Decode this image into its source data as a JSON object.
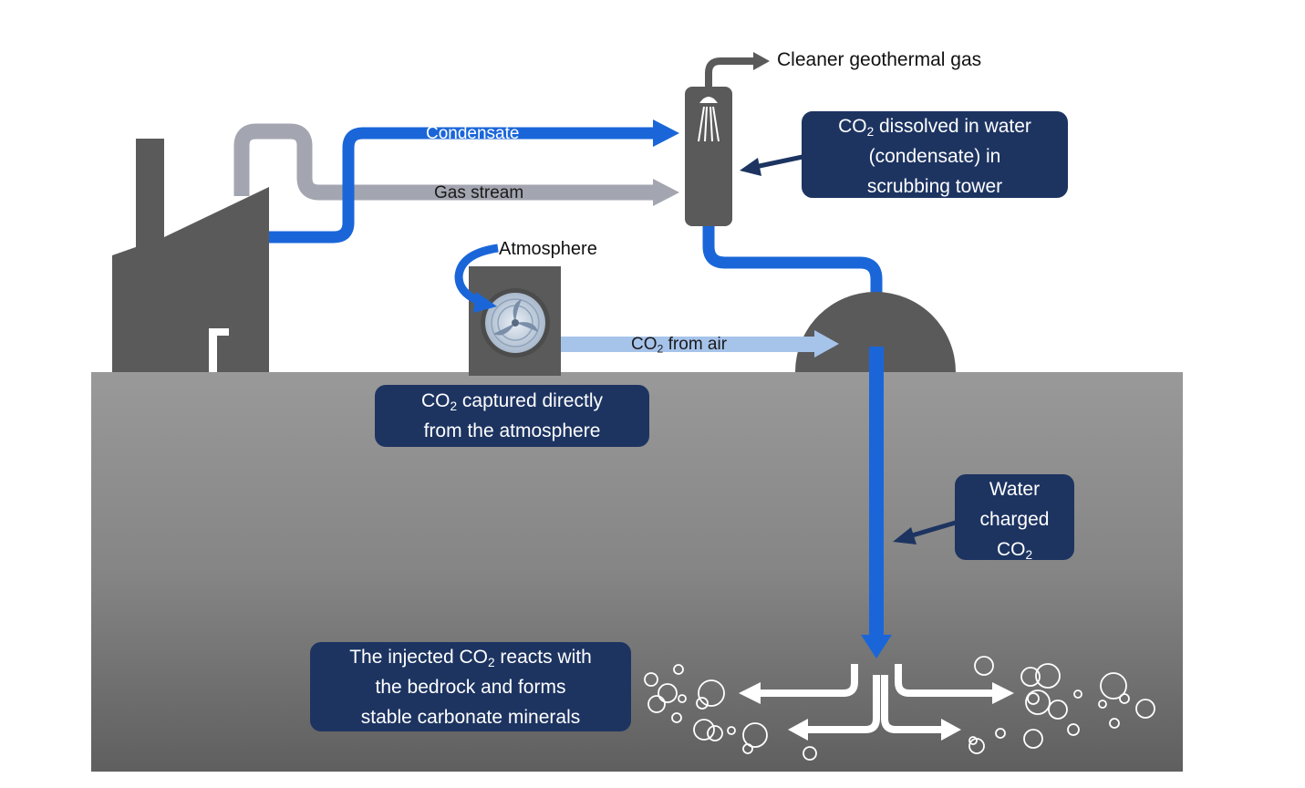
{
  "labels": {
    "cleaner_gas": "Cleaner geothermal gas",
    "condensate": "Condensate",
    "gas_stream": "Gas stream",
    "atmosphere": "Atmosphere",
    "co2_prefix": "CO",
    "co2_sub": "2",
    "from_air": "from air"
  },
  "callouts": {
    "scrubbing": {
      "l1_a": "CO",
      "l1_sub": "2",
      "l1_b": " dissolved in water",
      "l2": "(condensate) in",
      "l3": "scrubbing tower"
    },
    "capture": {
      "l1_a": "CO",
      "l1_sub": "2",
      "l1_b": " captured directly",
      "l2": "from the atmosphere"
    },
    "water": {
      "l1": "Water",
      "l2": "charged",
      "l3_a": "CO",
      "l3_sub": "2"
    },
    "reacts": {
      "l1_a": "The injected CO",
      "l1_sub": "2",
      "l1_b": " reacts with",
      "l2": "the bedrock and forms",
      "l3": "stable carbonate minerals"
    }
  },
  "colors": {
    "water_blue": "#1a66d9",
    "gas_grey": "#a3a6b0",
    "air_blue": "#a6c3ea",
    "building": "#5a5a5a",
    "callout": "#1d3461"
  }
}
